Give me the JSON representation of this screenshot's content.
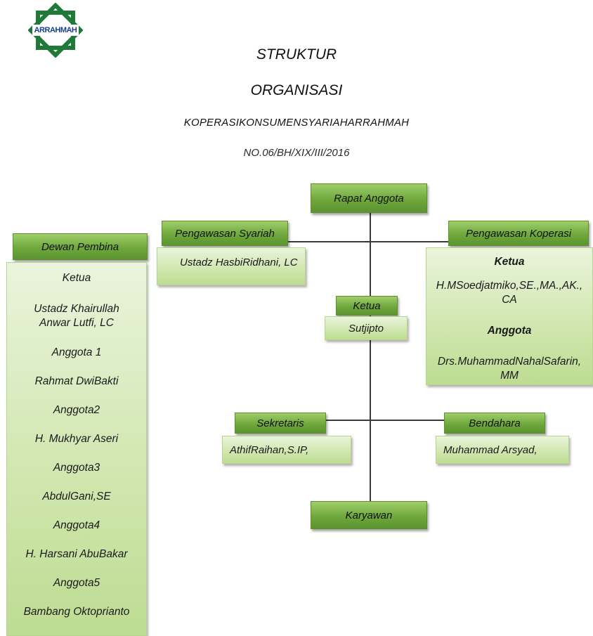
{
  "logo": {
    "text": "ARRAHMAH",
    "colors": {
      "green": "#1f7a3a",
      "blue": "#1b3d8f"
    }
  },
  "header": {
    "title_line1": "STRUKTUR",
    "title_line2": "ORGANISASI",
    "org_name": "KOPERASIKONSUMENSYARIAHARRAHMAH",
    "reg_number": "NO.06/BH/XIX/III/2016"
  },
  "nodes": {
    "rapat_anggota": "Rapat Anggota",
    "pengawasan_syariah": {
      "title": "Pengawasan Syariah",
      "member": "Ustadz HasbiRidhani, LC"
    },
    "pengawasan_koperasi": {
      "title": "Pengawasan Koperasi",
      "ketua_label": "Ketua",
      "ketua_name": "H.MSoedjatmiko,SE.,MA.,AK., CA",
      "anggota_label": "Anggota",
      "anggota_name": "Drs.MuhammadNahalSafarin, MM"
    },
    "ketua": {
      "title": "Ketua",
      "name": "Sutjipto"
    },
    "sekretaris": {
      "title": "Sekretaris",
      "name": "AthifRaihan,S.IP,"
    },
    "bendahara": {
      "title": "Bendahara",
      "name": "Muhammad Arsyad,"
    },
    "karyawan": "Karyawan",
    "dewan_pembina": {
      "title": "Dewan Pembina",
      "items": [
        "Ketua",
        "Ustadz Khairullah Anwar Lutfi, LC",
        "Anggota 1",
        "Rahmat DwiBakti",
        "Anggota2",
        "H. Mukhyar Aseri",
        "Anggota3",
        "AbdulGani,SE",
        "Anggota4",
        "H. Harsani AbuBakar",
        "Anggota5",
        "Bambang Oktoprianto"
      ]
    }
  },
  "colors": {
    "header_green": "#6fa83c",
    "body_green": "#cfe6ad",
    "connector": "#3a3a3a"
  }
}
